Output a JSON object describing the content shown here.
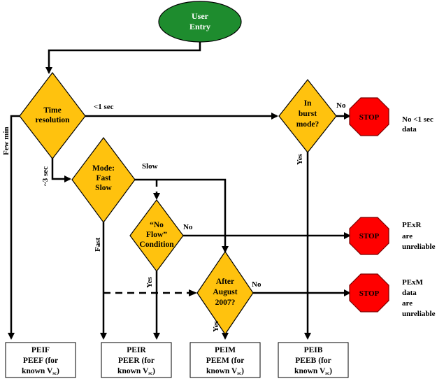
{
  "start": {
    "line1": "User",
    "line2": "Entry"
  },
  "decisions": {
    "time": {
      "line1": "Time",
      "line2": "resolution"
    },
    "burst": {
      "line1": "In",
      "line2": "burst",
      "line3": "mode?"
    },
    "mode": {
      "line1": "Mode:",
      "line2": "Fast",
      "line3": "Slow"
    },
    "noflow": {
      "line1": "“No",
      "line2": "Flow”",
      "line3": "Condition"
    },
    "after": {
      "line1": "After",
      "line2": "August",
      "line3": "2007?"
    }
  },
  "edges": {
    "lt1sec": "<1 sec",
    "few_min": "Few min",
    "three_sec": "~3 sec",
    "slow": "Slow",
    "fast": "Fast",
    "burst_no": "No",
    "burst_yes": "Yes",
    "noflow_no": "No",
    "noflow_yes": "Yes",
    "after_no": "No",
    "after_yes": "Yes"
  },
  "stops": {
    "s1": "STOP",
    "s2": "STOP",
    "s3": "STOP"
  },
  "notes": {
    "n1": {
      "line1": "No <1 sec",
      "line2": "data"
    },
    "n2": {
      "line1": "PExR",
      "line2": "are",
      "line3": "unreliable"
    },
    "n3": {
      "line1": "PExM",
      "line2": "data",
      "line3": "are",
      "line4": "unreliable"
    }
  },
  "outputs": {
    "peif": {
      "line1": "PEIF",
      "line2": "PEEF (for",
      "line3": "known V",
      "sub": "sc",
      "close": ")"
    },
    "peir": {
      "line1": "PEIR",
      "line2": "PEER (for",
      "line3": "known V",
      "sub": "sc",
      "close": ")"
    },
    "peim": {
      "line1": "PEIM",
      "line2": "PEEM (for",
      "line3": "known V",
      "sub": "sc",
      "close": ")"
    },
    "peib": {
      "line1": "PEIB",
      "line2": "PEEB (for",
      "line3": "known V",
      "sub": "sc",
      "close": ")"
    }
  },
  "colors": {
    "decision": "#FFC20E",
    "start": "#1E8C2E",
    "stop": "#FF0000",
    "line": "#000000"
  }
}
